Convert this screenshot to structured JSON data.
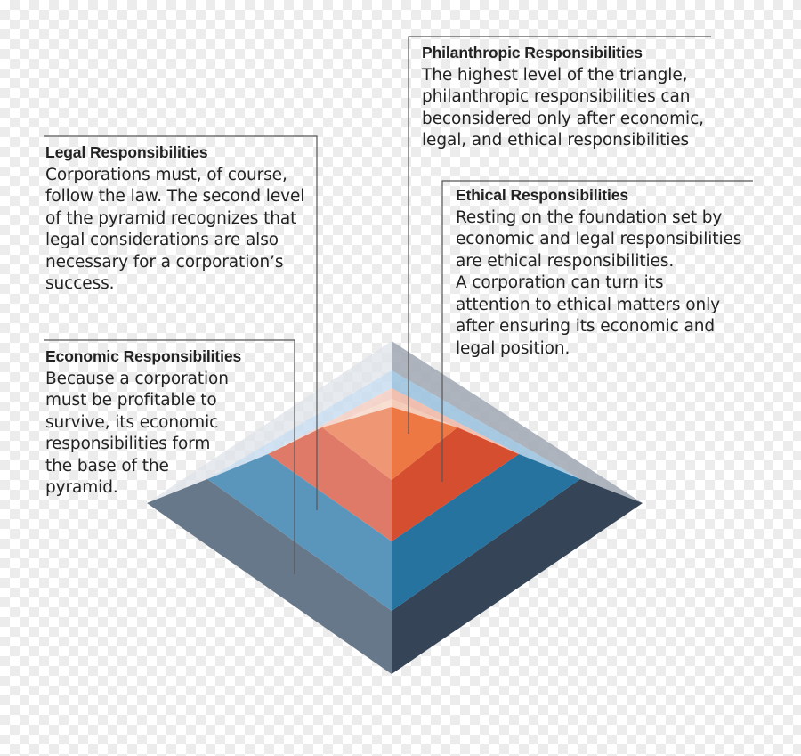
{
  "colors": {
    "economic_light": "#67788a",
    "economic_dark": "#354456",
    "legal_light": "#5a96bb",
    "legal_dark": "#2673a0",
    "ethical_light": "#e07a68",
    "ethical_dark": "#d54e30",
    "philanthropic_light": "#ef9774",
    "philanthropic_dark": "#ee7844",
    "leader_line": "#555555"
  },
  "labels": {
    "philanthropic": {
      "title": "Philanthropic Responsibilities",
      "text": "The highest level of the triangle,\nphilanthropic responsibilities can\nbeconsidered only after economic,\nlegal, and ethical responsibilities"
    },
    "legal": {
      "title": "Legal Responsibilities",
      "text": "Corporations must, of course,\nfollow the law. The second level\nof the pyramid recognizes that\nlegal considerations are also\nnecessary for a corporation’s\nsuccess."
    },
    "ethical": {
      "title": "Ethical Responsibilities",
      "text": "Resting on the foundation set by\neconomic and legal responsibilities\nare ethical responsibilities.\nA corporation can turn its\nattention to ethical matters only\nafter ensuring its economic and\nlegal position."
    },
    "economic": {
      "title": "Economic Responsibilities",
      "text": "Because a corporation\nmust be profitable to\nsurvive, its economic\nresponsibilities form\nthe base of the\npyramid."
    }
  }
}
